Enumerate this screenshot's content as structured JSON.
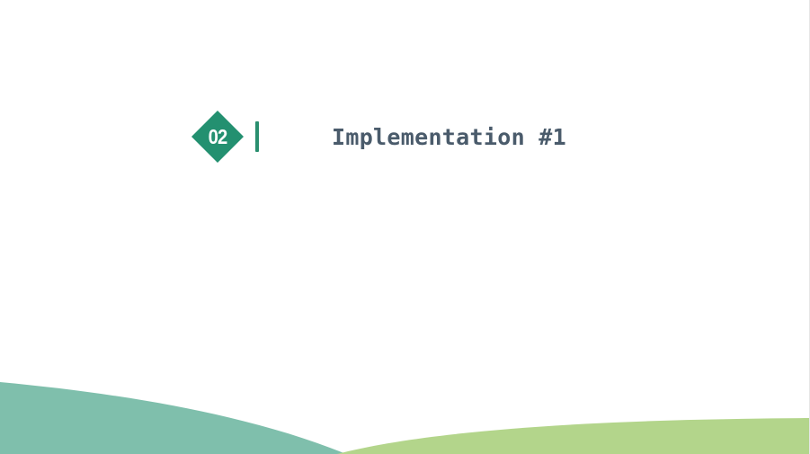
{
  "section": {
    "number": "02",
    "title": "Implementation #1",
    "badge_icon": "diamond-shape"
  },
  "colors": {
    "background": "#ffffff",
    "badge_fill": "#239070",
    "divider": "#2a8f6f",
    "title_text": "#4a5b6b",
    "left_wave": "#7fbfac",
    "right_wave": "#b3d58b"
  }
}
